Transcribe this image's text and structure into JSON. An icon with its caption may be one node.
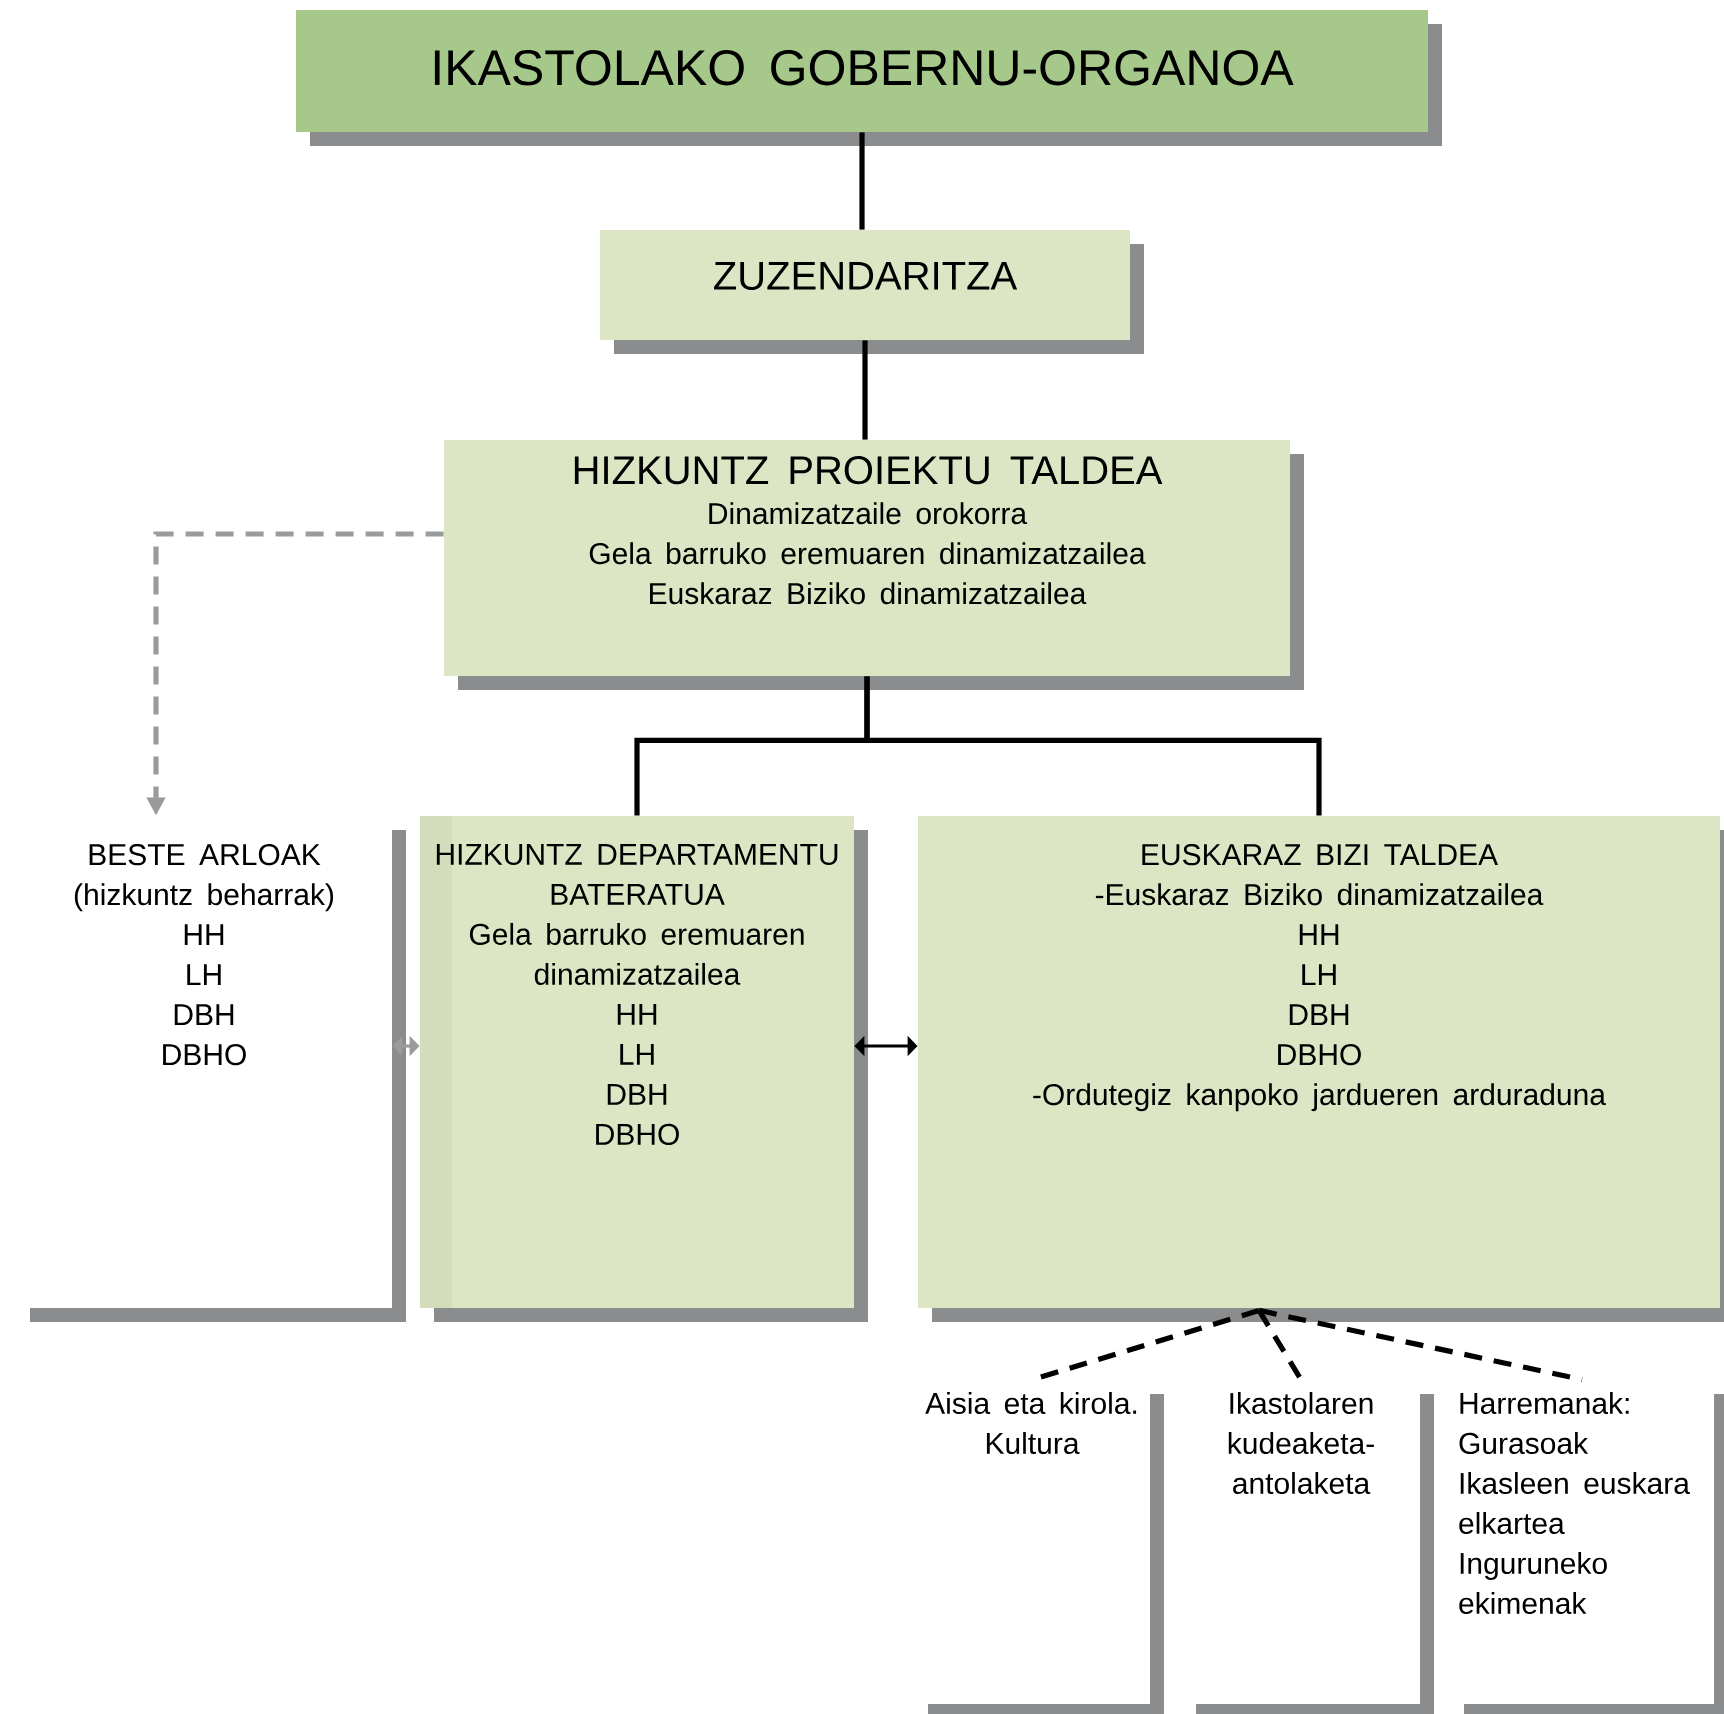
{
  "diagram": {
    "nodes": [
      {
        "text": [
          "IKASTOLAKO GOBERNU-ORGANOA"
        ]
      },
      {
        "text": [
          "ZUZENDARITZA"
        ]
      },
      {
        "text": [
          "HIZKUNTZ PROIEKTU TALDEA",
          "Dinamizatzaile orokorra",
          "Gela barruko eremuaren dinamizatzailea",
          "Euskaraz Biziko dinamizatzailea"
        ]
      },
      {
        "text": [
          "BESTE ARLOAK",
          "(hizkuntz beharrak)",
          "HH",
          "LH",
          "DBH",
          "DBHO"
        ]
      },
      {
        "text": [
          "HIZKUNTZ DEPARTAMENTU BATERATUA",
          "Gela barruko eremuaren dinamizatzailea",
          "HH",
          "LH",
          "DBH",
          "DBHO"
        ]
      },
      {
        "text": [
          "EUSKARAZ BIZI TALDEA",
          "-Euskaraz Biziko dinamizatzailea",
          "HH",
          "LH",
          "DBH",
          "DBHO",
          "-Ordutegiz kanpoko jardueren arduraduna"
        ]
      },
      {
        "text": [
          "Aisia eta kirola. Kultura"
        ]
      },
      {
        "text": [
          "Ikastolaren kudeaketa-antolaketa"
        ]
      },
      {
        "text": [
          "Harremanak:",
          "Gurasoak",
          "Ikasleen euskara elkartea",
          "Inguruneko ekimenak"
        ]
      }
    ],
    "edges": [
      {
        "from": 0,
        "to": 1,
        "arrow": "none"
      },
      {
        "from": 1,
        "to": 2,
        "arrow": "none"
      },
      {
        "from": 2,
        "to": 4,
        "arrow": "none"
      },
      {
        "from": 2,
        "to": 5,
        "arrow": "none"
      },
      {
        "from": 2,
        "to": 3,
        "arrow": "to",
        "style": "dashed",
        "color": "#9a9b9d"
      },
      {
        "from": 3,
        "to": 4,
        "arrow": "both",
        "color": "#9a9b9d"
      },
      {
        "from": 4,
        "to": 5,
        "arrow": "both"
      },
      {
        "from": 5,
        "to": 6,
        "arrow": "none",
        "style": "dashed"
      },
      {
        "from": 5,
        "to": 7,
        "arrow": "none",
        "style": "dashed"
      },
      {
        "from": 5,
        "to": 8,
        "arrow": "none",
        "style": "dashed"
      }
    ]
  }
}
